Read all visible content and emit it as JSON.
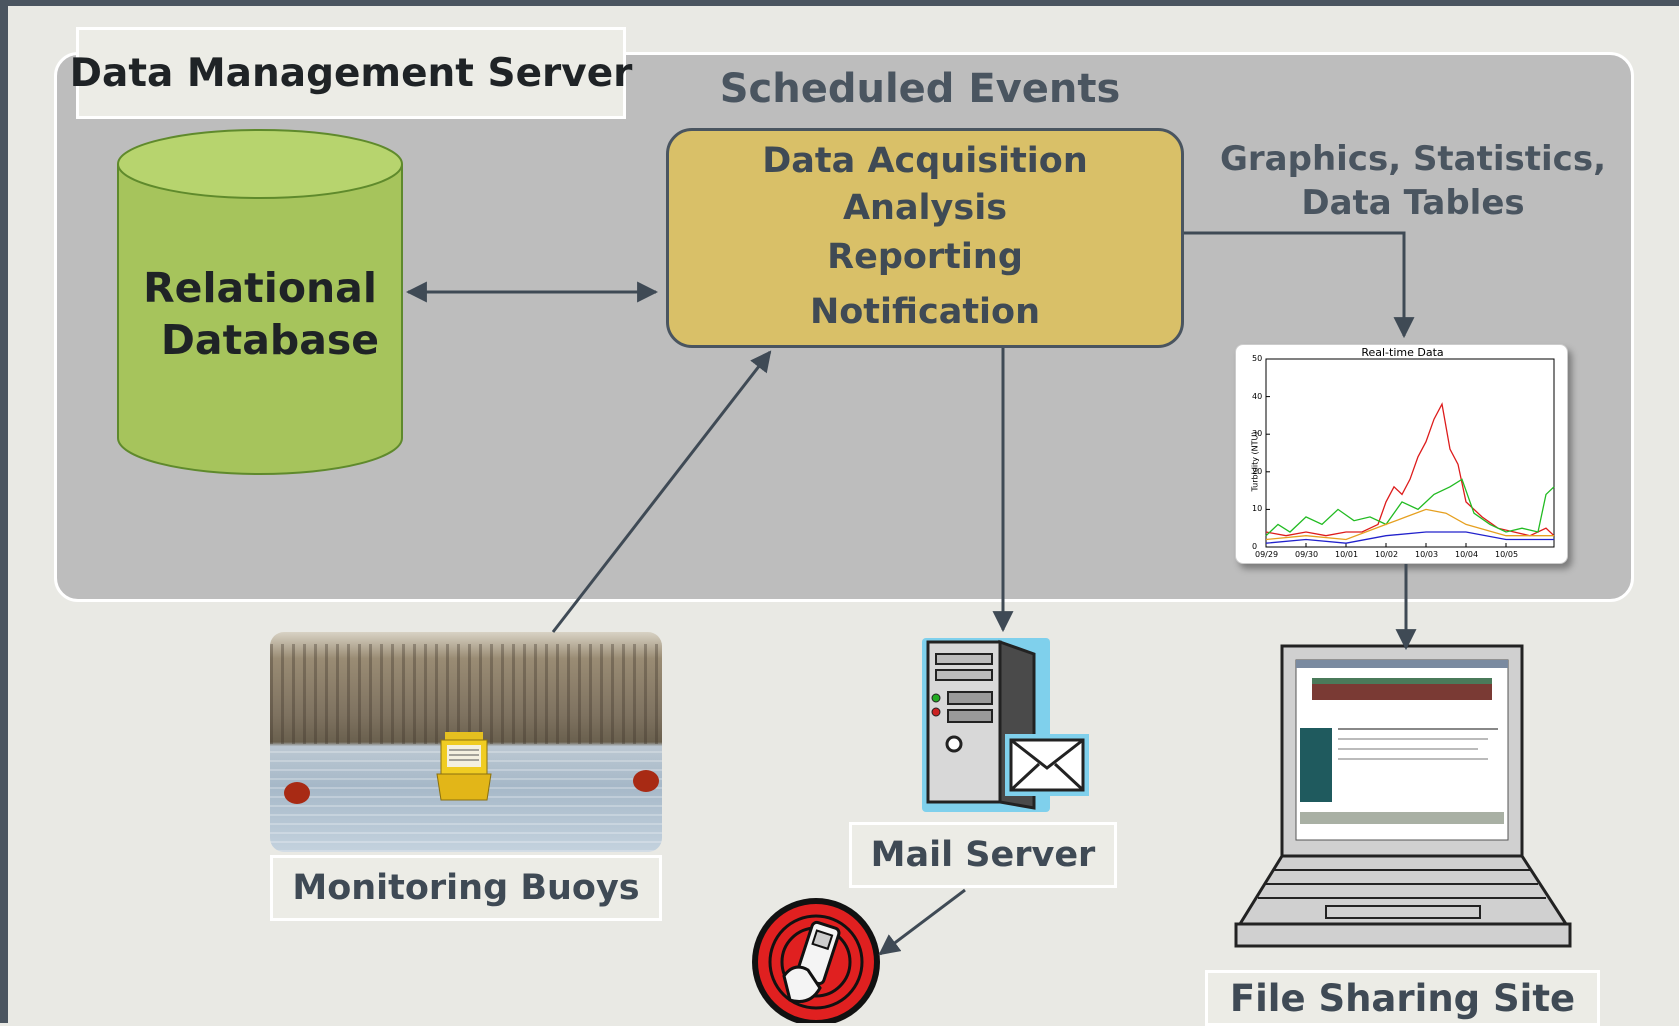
{
  "diagram": {
    "server_title": "Data Management Server",
    "scheduled_events": "Scheduled Events",
    "database": {
      "line1": "Relational",
      "line2": "Database"
    },
    "process": {
      "lines": [
        "Data Acquisition",
        "Analysis",
        "Reporting",
        "Notification"
      ]
    },
    "outputs": {
      "line1": "Graphics, Statistics,",
      "line2": "Data Tables"
    },
    "buoys_label": "Monitoring Buoys",
    "mail_label": "Mail Server",
    "file_sharing_label": "File Sharing Site",
    "icons": [
      "server-icon",
      "envelope-icon",
      "cellphone-icon",
      "laptop-icon"
    ]
  },
  "chart_data": {
    "type": "line",
    "title": "Real-time Data",
    "xlabel": "",
    "ylabel": "Turbidity (NTU)",
    "ylim": [
      0,
      50
    ],
    "xlim": [
      0,
      7.2
    ],
    "yticks": [
      "0",
      "10",
      "20",
      "30",
      "40",
      "50"
    ],
    "xticks": [
      "09/29",
      "09/30",
      "10/01",
      "10/02",
      "10/03",
      "10/04",
      "10/05"
    ],
    "colors": {
      "red": "#dd1c1c",
      "green": "#22bb22",
      "blue": "#2222cc",
      "orange": "#e6a020"
    },
    "series": [
      {
        "color": "red",
        "x": [
          0,
          0.5,
          1.0,
          1.5,
          2.0,
          2.4,
          2.8,
          3.0,
          3.2,
          3.4,
          3.6,
          3.8,
          4.0,
          4.2,
          4.4,
          4.6,
          4.8,
          5.0,
          5.4,
          5.8,
          6.2,
          6.6,
          7.0,
          7.2
        ],
        "y": [
          4,
          3,
          4,
          3,
          4,
          4,
          6,
          12,
          16,
          14,
          18,
          24,
          28,
          34,
          38,
          26,
          22,
          12,
          8,
          5,
          4,
          3,
          5,
          3
        ]
      },
      {
        "color": "green",
        "x": [
          0,
          0.3,
          0.6,
          1.0,
          1.4,
          1.8,
          2.2,
          2.6,
          3.0,
          3.4,
          3.8,
          4.2,
          4.6,
          4.9,
          5.2,
          5.6,
          6.0,
          6.4,
          6.8,
          7.0,
          7.2
        ],
        "y": [
          3,
          6,
          4,
          8,
          6,
          10,
          7,
          8,
          6,
          12,
          10,
          14,
          16,
          18,
          9,
          6,
          4,
          5,
          4,
          14,
          16
        ]
      },
      {
        "color": "blue",
        "x": [
          0,
          1,
          2,
          3,
          4,
          5,
          6,
          7.2
        ],
        "y": [
          1,
          2,
          1,
          3,
          4,
          4,
          2,
          2
        ]
      },
      {
        "color": "orange",
        "x": [
          0,
          1,
          2,
          3,
          3.5,
          4,
          4.5,
          5,
          6,
          7.2
        ],
        "y": [
          2,
          3,
          2,
          6,
          8,
          10,
          9,
          6,
          3,
          3
        ]
      }
    ]
  }
}
